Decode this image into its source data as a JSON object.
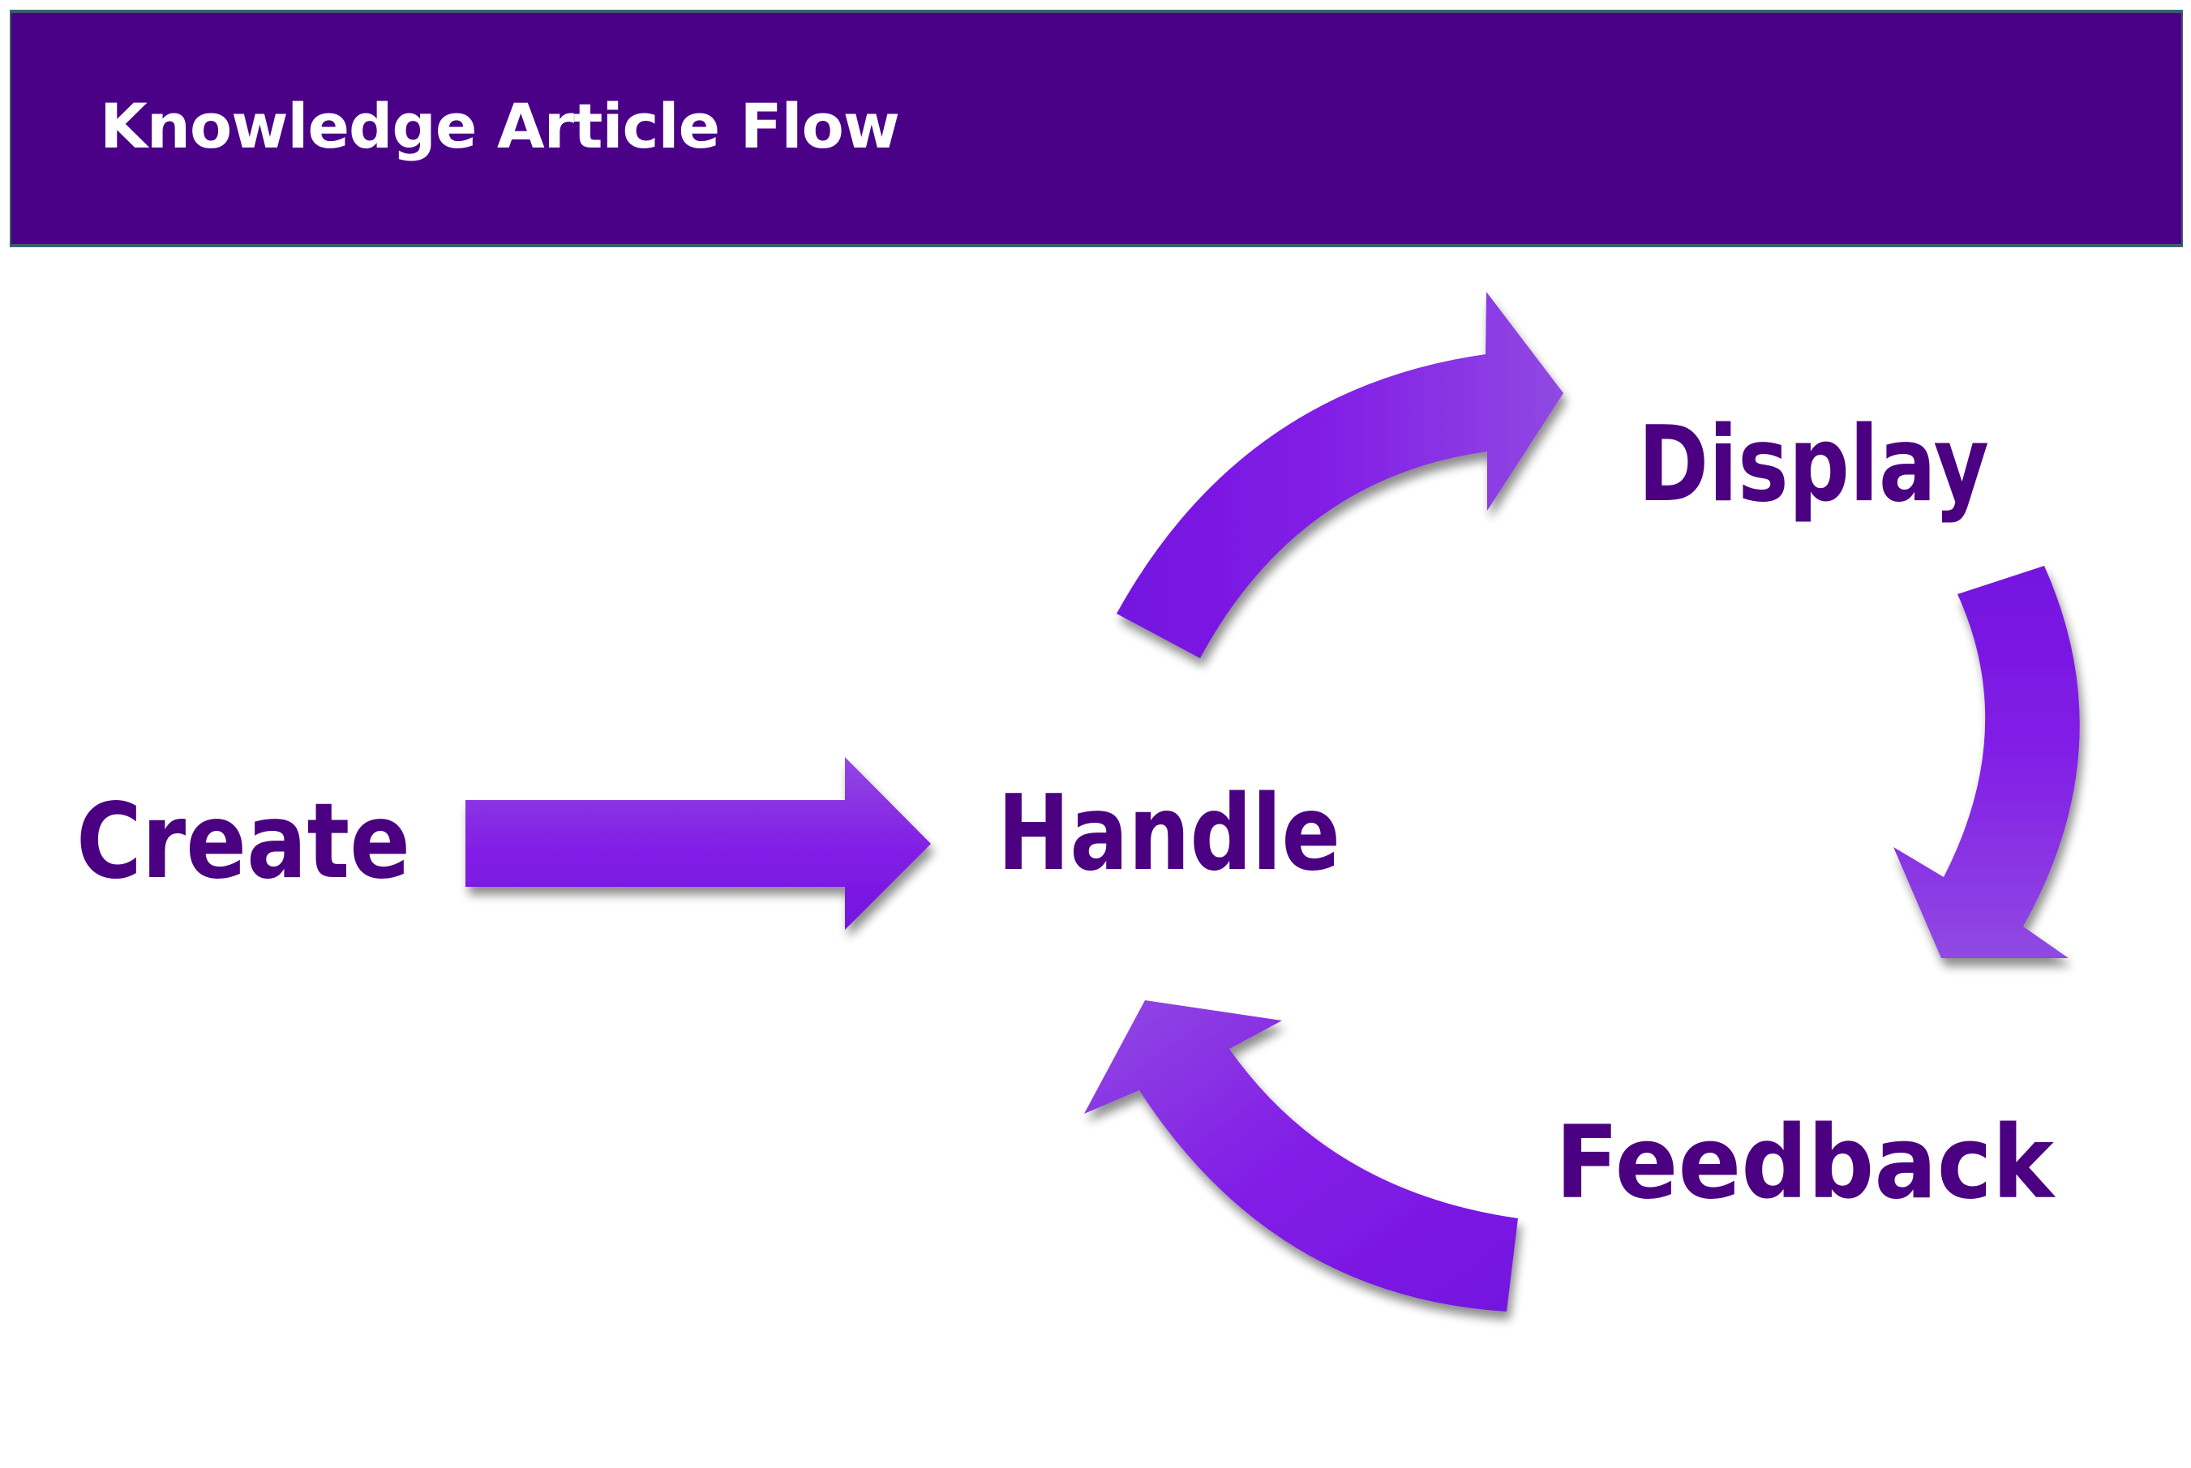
{
  "header": {
    "title": "Knowledge Article Flow",
    "background_color": "#4b0088",
    "text_color": "#ffffff"
  },
  "diagram": {
    "type": "process-flow-cycle",
    "label_color": "#4b0082",
    "arrow_colors": {
      "dark": "#7412e0",
      "light": "#9049e2"
    },
    "nodes": [
      {
        "id": "create",
        "label": "Create"
      },
      {
        "id": "handle",
        "label": "Handle"
      },
      {
        "id": "display",
        "label": "Display"
      },
      {
        "id": "feedback",
        "label": "Feedback"
      }
    ],
    "edges": [
      {
        "from": "create",
        "to": "handle",
        "style": "straight"
      },
      {
        "from": "handle",
        "to": "display",
        "style": "curved"
      },
      {
        "from": "display",
        "to": "feedback",
        "style": "curved"
      },
      {
        "from": "feedback",
        "to": "handle",
        "style": "curved"
      }
    ]
  }
}
